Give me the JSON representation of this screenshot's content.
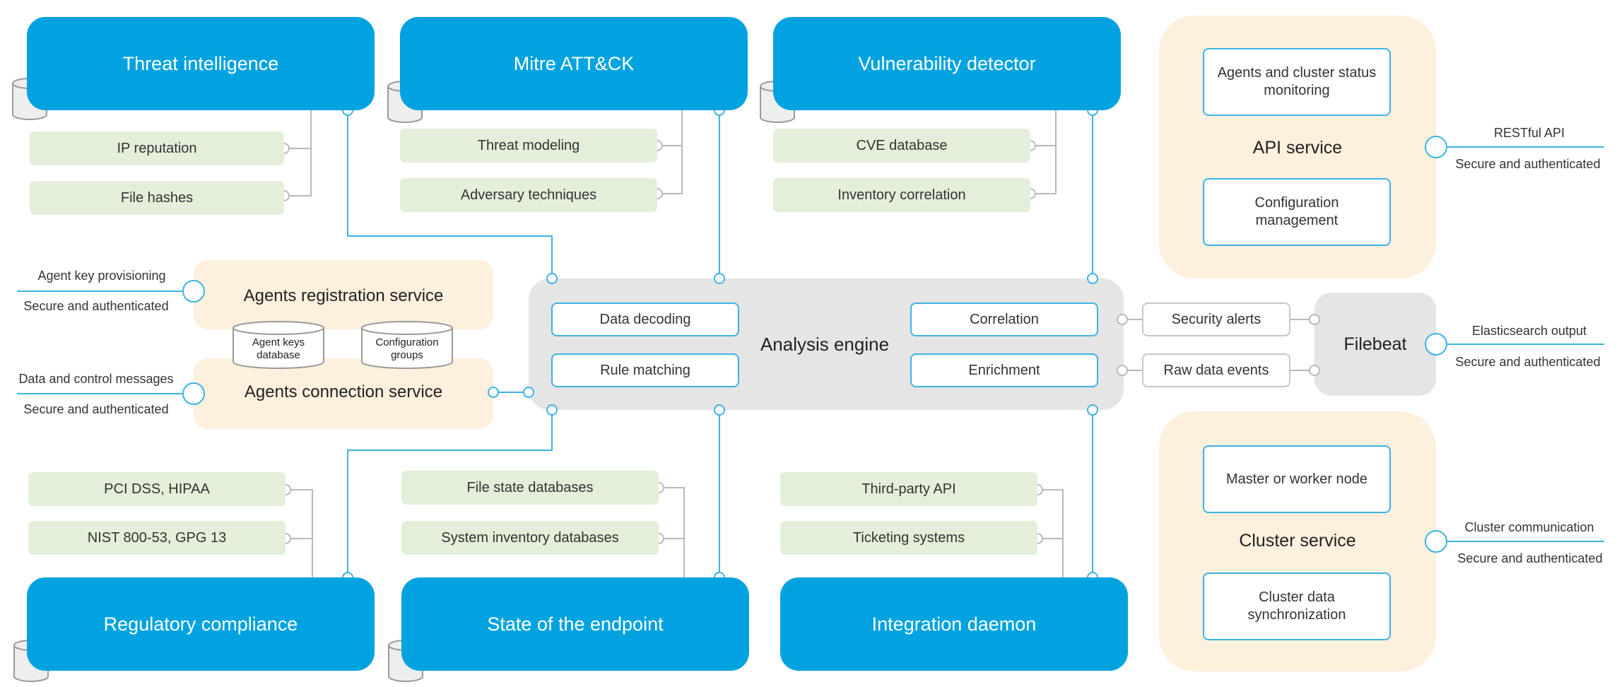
{
  "modules": {
    "threat_intel": {
      "title": "Threat intelligence",
      "items": [
        "IP reputation",
        "File hashes"
      ]
    },
    "mitre": {
      "title": "Mitre ATT&CK",
      "items": [
        "Threat modeling",
        "Adversary techniques"
      ]
    },
    "vuln": {
      "title": "Vulnerability detector",
      "items": [
        "CVE database",
        "Inventory correlation"
      ]
    },
    "regulatory": {
      "title": "Regulatory compliance",
      "items": [
        "PCI DSS, HIPAA",
        "NIST 800-53, GPG 13"
      ]
    },
    "endpoint": {
      "title": "State of the endpoint",
      "items": [
        "File state databases",
        "System inventory databases"
      ]
    },
    "integration": {
      "title": "Integration daemon",
      "items": [
        "Third-party API",
        "Ticketing systems"
      ]
    }
  },
  "agents": {
    "registration": "Agents registration service",
    "connection": "Agents connection service",
    "keys_db": "Agent keys database",
    "config_groups": "Configuration groups",
    "key_provisioning": "Agent key provisioning",
    "data_messages": "Data and control messages",
    "secure": "Secure and authenticated"
  },
  "engine": {
    "title": "Analysis engine",
    "data_decoding": "Data decoding",
    "rule_matching": "Rule matching",
    "correlation": "Correlation",
    "enrichment": "Enrichment"
  },
  "outputs": {
    "security_alerts": "Security alerts",
    "raw_events": "Raw data events"
  },
  "filebeat": {
    "title": "Filebeat",
    "output": "Elasticsearch output",
    "secure": "Secure and authenticated"
  },
  "api": {
    "title": "API service",
    "monitoring": "Agents and cluster status monitoring",
    "config_mgmt": "Configuration management",
    "restful": "RESTful API",
    "secure": "Secure and authenticated"
  },
  "cluster": {
    "title": "Cluster service",
    "node": "Master or worker node",
    "sync": "Cluster data synchronization",
    "comm": "Cluster communication",
    "secure": "Secure and authenticated"
  },
  "colors": {
    "blue": "#00a3e0",
    "green": "#e3efd9",
    "peach": "#fdf0dd",
    "gray": "#e5e5e5",
    "line": "#3cb3e6"
  }
}
